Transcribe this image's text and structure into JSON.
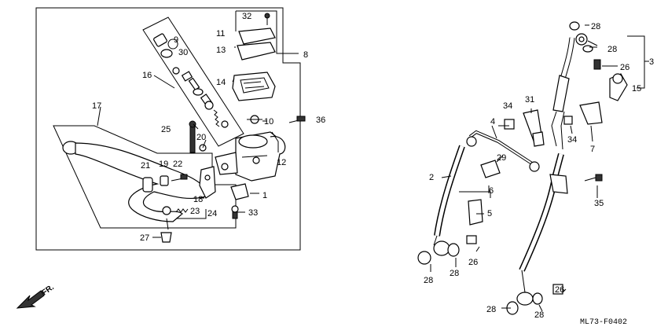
{
  "labels": {
    "p1": "1",
    "p2": "2",
    "p3": "3",
    "p4": "4",
    "p5": "5",
    "p6": "6",
    "p7": "7",
    "p8": "8",
    "p9": "9",
    "p10": "10",
    "p11": "11",
    "p12": "12",
    "p13": "13",
    "p14": "14",
    "p15": "15",
    "p16": "16",
    "p17": "17",
    "p18": "18",
    "p19": "19",
    "p20": "20",
    "p21": "21",
    "p22": "22",
    "p23": "23",
    "p24": "24",
    "p25": "25",
    "p26a": "26",
    "p26b": "26",
    "p26c": "26",
    "p27": "27",
    "p28a": "28",
    "p28b": "28",
    "p28c": "28",
    "p28d": "28",
    "p28e": "28",
    "p28f": "28",
    "p29": "29",
    "p30": "30",
    "p31": "31",
    "p32": "32",
    "p33": "33",
    "p34a": "34",
    "p34b": "34",
    "p35": "35",
    "p36": "36"
  },
  "direction_label": "FR.",
  "diagram_code": "ML73-F0402"
}
